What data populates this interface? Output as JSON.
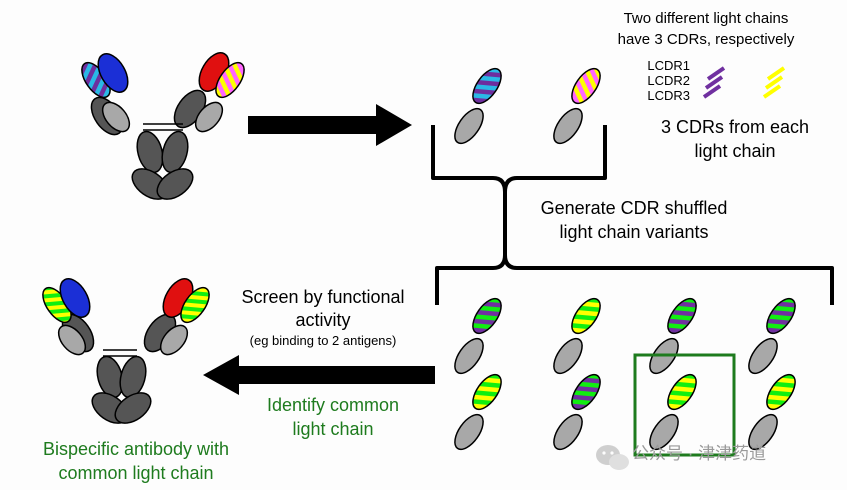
{
  "notes": {
    "line1": "Two different light chains",
    "line2": "have 3 CDRs, respectively"
  },
  "cdr_labels": [
    "LCDR1",
    "LCDR2",
    "LCDR3"
  ],
  "three_cdrs": {
    "line1": "3 CDRs from each",
    "line2": "light chain"
  },
  "shuffle": {
    "line1": "Generate CDR shuffled",
    "line2": "light chain variants"
  },
  "screen": {
    "line1": "Screen by functional",
    "line2": "activity",
    "line3": "(eg binding to 2 antigens)"
  },
  "identify": {
    "line1": "Identify common",
    "line2": "light chain"
  },
  "result": {
    "line1": "Bispecific antibody with",
    "line2": "common light chain"
  },
  "watermark": "公众号 · 津津药道",
  "colors": {
    "heavy_chain": "#555555",
    "light_chain": "#a8a8a8",
    "blue_domain": "#1b2fd6",
    "red_domain": "#e01010",
    "cyan_cdr": "#2ab8e6",
    "pink_cdr": "#ff66ff",
    "green_cdr": "#11ee11",
    "yellow_cdr": "#ffff00",
    "purple_cdr": "#7030a0",
    "highlight_box": "#1e7b1e",
    "label_green": "#1e7b1e"
  }
}
